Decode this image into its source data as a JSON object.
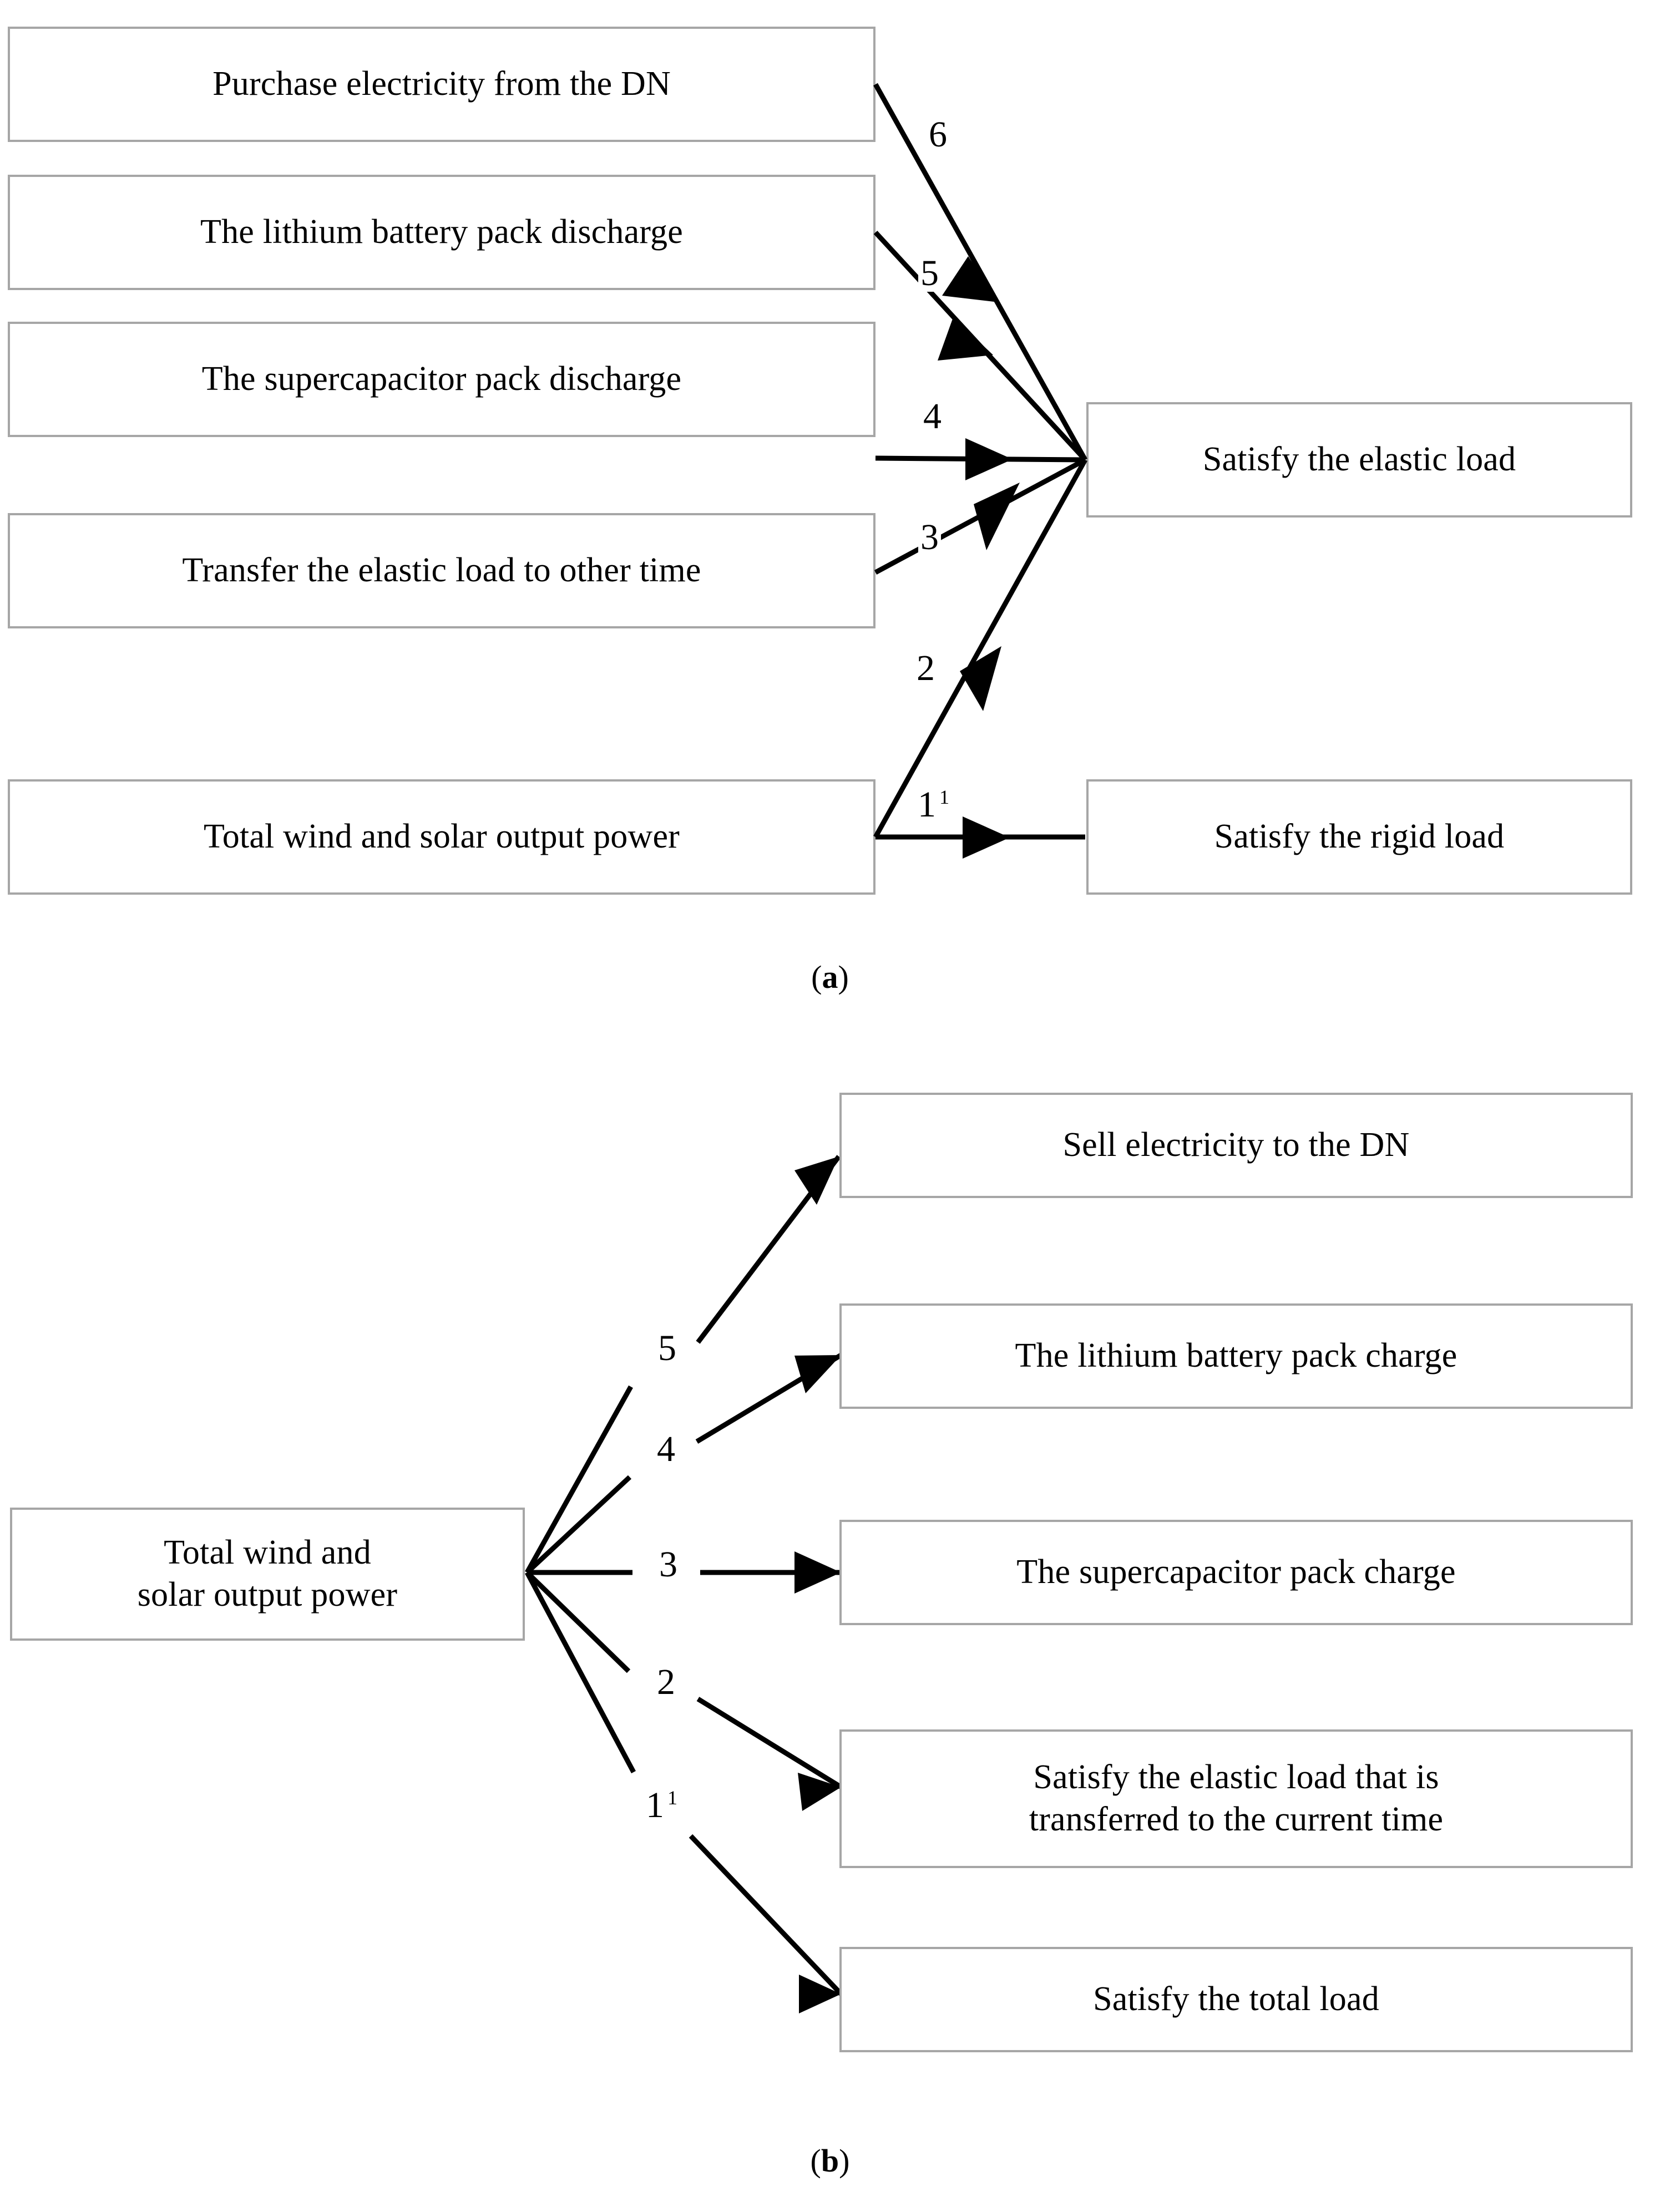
{
  "figure": {
    "panels": [
      {
        "id": "a",
        "caption": "(a)",
        "caption_letter": "a",
        "source_nodes": [
          {
            "id": "a-src-1",
            "label": "Purchase electricity from the DN"
          },
          {
            "id": "a-src-2",
            "label": "The lithium battery pack discharge"
          },
          {
            "id": "a-src-3",
            "label": "The supercapacitor pack discharge"
          },
          {
            "id": "a-src-4",
            "label": "Transfer the elastic load to other time"
          },
          {
            "id": "a-src-5",
            "label": "Total wind and solar output power"
          }
        ],
        "target_nodes": [
          {
            "id": "a-tgt-elastic",
            "label": "Satisfy the elastic load"
          },
          {
            "id": "a-tgt-rigid",
            "label": "Satisfy the rigid load"
          }
        ],
        "edges": [
          {
            "from": "a-src-1",
            "to": "a-tgt-elastic",
            "label": "6",
            "superscript": ""
          },
          {
            "from": "a-src-2",
            "to": "a-tgt-elastic",
            "label": "5",
            "superscript": ""
          },
          {
            "from": "a-src-3",
            "to": "a-tgt-elastic",
            "label": "4",
            "superscript": ""
          },
          {
            "from": "a-src-4",
            "to": "a-tgt-elastic",
            "label": "3",
            "superscript": ""
          },
          {
            "from": "a-src-5",
            "to": "a-tgt-elastic",
            "label": "2",
            "superscript": ""
          },
          {
            "from": "a-src-5",
            "to": "a-tgt-rigid",
            "label": "1",
            "superscript": "1"
          }
        ]
      },
      {
        "id": "b",
        "caption": "(b)",
        "caption_letter": "b",
        "source_nodes": [
          {
            "id": "b-src-1",
            "label": "Total wind and\nsolar output power"
          }
        ],
        "target_nodes": [
          {
            "id": "b-tgt-1",
            "label": "Sell electricity to the DN"
          },
          {
            "id": "b-tgt-2",
            "label": "The lithium battery pack charge"
          },
          {
            "id": "b-tgt-3",
            "label": "The supercapacitor pack charge"
          },
          {
            "id": "b-tgt-4",
            "label": "Satisfy the elastic load that is\ntransferred to the current time"
          },
          {
            "id": "b-tgt-5",
            "label": "Satisfy the total load"
          }
        ],
        "edges": [
          {
            "from": "b-src-1",
            "to": "b-tgt-1",
            "label": "5",
            "superscript": ""
          },
          {
            "from": "b-src-1",
            "to": "b-tgt-2",
            "label": "4",
            "superscript": ""
          },
          {
            "from": "b-src-1",
            "to": "b-tgt-3",
            "label": "3",
            "superscript": ""
          },
          {
            "from": "b-src-1",
            "to": "b-tgt-4",
            "label": "2",
            "superscript": ""
          },
          {
            "from": "b-src-1",
            "to": "b-tgt-5",
            "label": "1",
            "superscript": "1"
          }
        ]
      }
    ]
  },
  "colors": {
    "box_border": "#a6a6a6",
    "line": "#000000",
    "text": "#000000",
    "background": "#ffffff"
  }
}
